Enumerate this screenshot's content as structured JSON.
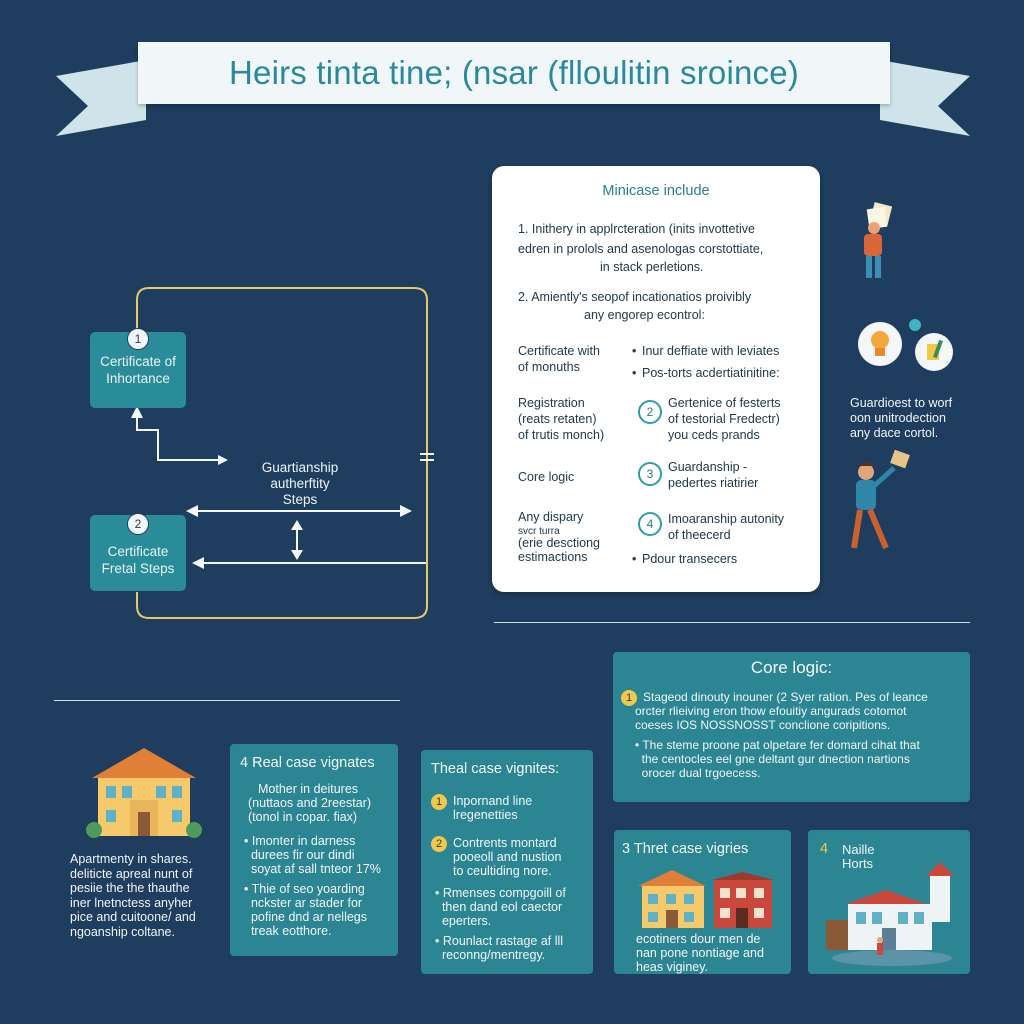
{
  "title": "Heirs tinta tine; (nsar (flloulitin sroince)",
  "colors": {
    "background": "#1f3d5e",
    "teal": "#2b8592",
    "accent_yellow": "#f2c84b",
    "card": "#ffffff"
  },
  "flow": {
    "box1": {
      "num": "1",
      "lines": [
        "Certificate of",
        "Inhortance"
      ]
    },
    "box2": {
      "num": "2",
      "lines": [
        "Certificate",
        "Fretal Steps"
      ]
    },
    "label": [
      "Guartianship",
      "autherftity",
      "Steps"
    ]
  },
  "card": {
    "title": "Minicase include",
    "item1": [
      "1. Inithery in applrcteration (inits invottetive",
      "edren in prolols and asenologas corstottiate,",
      "in stack perletions."
    ],
    "item2": [
      "2. Amiently's seopof incationatios proivibly",
      "any engorep econtrol:"
    ],
    "left_col": [
      [
        "Certificate with",
        "of monuths"
      ],
      [
        "Registration",
        "(reats retaten)",
        "of trutis monch)"
      ],
      [
        "Core logic"
      ],
      [
        "Any dispary",
        "svcr turra",
        "(erie desctiong",
        "estimactions"
      ]
    ],
    "right_col": [
      {
        "bullet": "•",
        "lines": [
          "Inur deffiate with leviates"
        ]
      },
      {
        "bullet": "•",
        "lines": [
          "Pos-torts acdertiatinitine:"
        ]
      },
      {
        "badge": "2",
        "lines": [
          "Gertenice of festerts",
          "of testorial Fredectr)",
          "you ceds prands"
        ]
      },
      {
        "badge": "3",
        "lines": [
          "Guardanship -",
          "pedertes riatirier"
        ]
      },
      {
        "badge": "4",
        "lines": [
          "Imoaranship autonity",
          "of theecerd"
        ]
      },
      {
        "bullet": "•",
        "lines": [
          "Pdour transecers"
        ]
      }
    ]
  },
  "right_text": [
    "Guardioest to worf",
    "oon unitrodection",
    "any dace cortol."
  ],
  "core_panel": {
    "title": "Core logic:",
    "badge": "1",
    "lines1": [
      "Stageod dinouty inouner (2 Syer ration. Pes of leance",
      "orcter rlieiving eron thow efouitiy angurads cotomot",
      "coeses IOS NOSSNOSST conclione coripitions."
    ],
    "lines2": [
      "• The steme proone pat olpetare fer domard cihat that",
      "  the centocles eel gne deltant gur dnection nartions",
      "  orocer dual trgoecess."
    ]
  },
  "left_caption": [
    "Apartmenty in shares.",
    "deliticte apreal nunt of",
    "pesiie the the thauthe",
    "iner lnetnctess anyher",
    "pice and cuitoone/ and",
    "ngoanship coltane."
  ],
  "panel_a": {
    "title": "4 Real case vignates",
    "sub": [
      "Mother in deitures",
      "(nuttaos and 2reestar)",
      "(tonol in copar. fiax)"
    ],
    "bullets": [
      "• Imonter in darness",
      "  durees fir our dindi",
      "  soyat af sall tnteor 17%",
      "• Thie of seo yoarding",
      "  nckster ar stader for",
      "  pofine dnd ar nellegs",
      "  treak eotthore."
    ]
  },
  "panel_b": {
    "title": "Theal case vignites:",
    "item1": {
      "badge": "1",
      "lines": [
        "Inpornand line",
        "lregenetties"
      ]
    },
    "item2": {
      "badge": "2",
      "lines": [
        "Contrents montard",
        "pooeoll and nustion",
        "to ceultiding nore."
      ]
    },
    "bullets": [
      "• Rmenses compgoill of",
      "  then dand eol caector",
      "  eperters."
    ],
    "last": "• Rounlact rastage af lll",
    "last2": "  reconng/mentregy."
  },
  "panel_c": {
    "title": "3 Thret case vigries",
    "lines": [
      "ecotiners dour men de",
      "nan pone nontiage and",
      "heas viginey."
    ]
  },
  "panel_d": {
    "num": "4",
    "title": [
      "Naille",
      "Horts"
    ]
  }
}
